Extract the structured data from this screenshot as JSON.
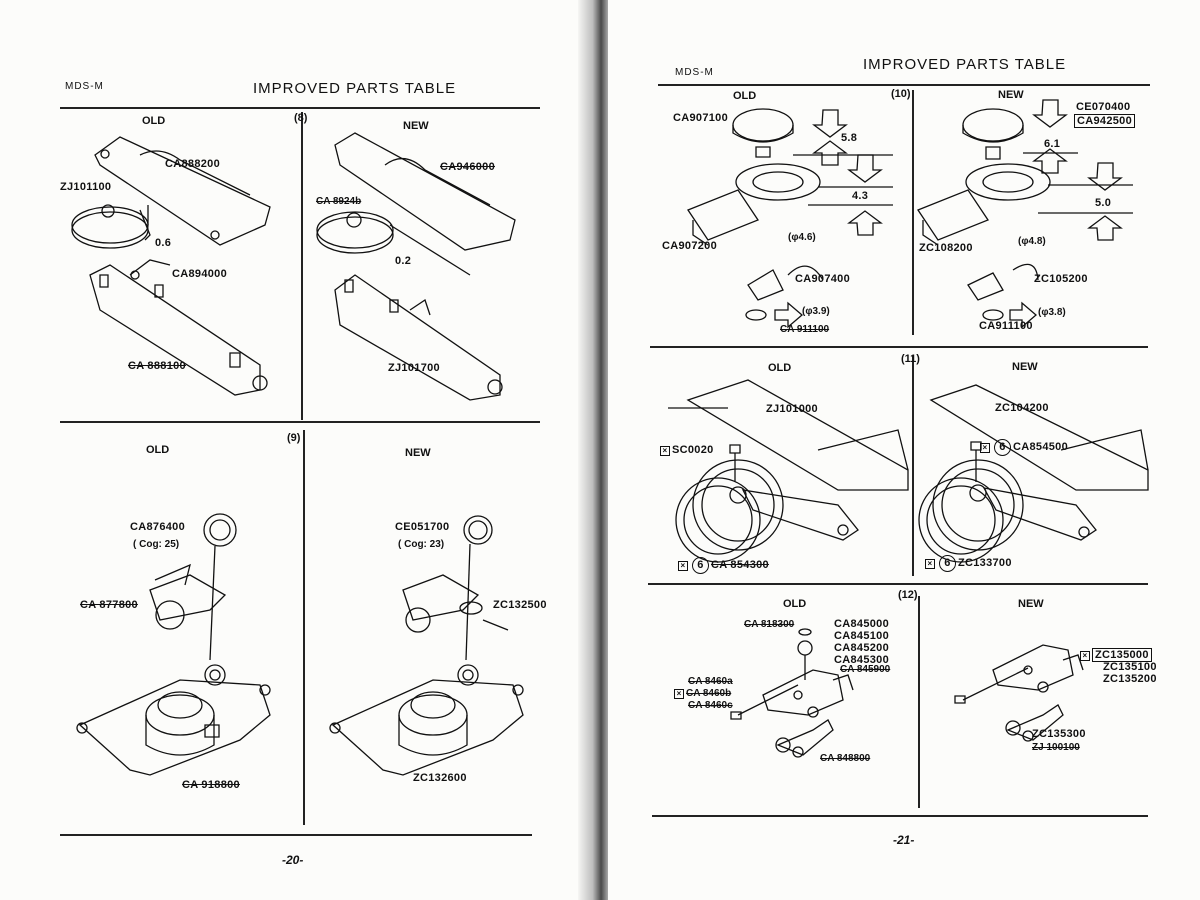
{
  "left_page": {
    "running_head": "MDS-M",
    "title": "IMPROVED PARTS TABLE",
    "page_number": "-20-",
    "sec8": {
      "number": "(8)",
      "old": "OLD",
      "new": "NEW",
      "old_parts": [
        "CA888200",
        "ZJ101100",
        "0.6",
        "CA894000",
        "CA 888100"
      ],
      "new_parts": [
        "CA946000",
        "CA 8924b",
        "0.2",
        "ZJ101700"
      ]
    },
    "sec9": {
      "number": "(9)",
      "old": "OLD",
      "new": "NEW",
      "old_parts": [
        "CA876400",
        "( Cog: 25)",
        "CA 877800",
        "CA 918800"
      ],
      "new_parts": [
        "CE051700",
        "( Cog: 23)",
        "ZC132500",
        "ZC132600"
      ]
    }
  },
  "right_page": {
    "running_head": "MDS-M",
    "title": "IMPROVED PARTS TABLE",
    "page_number": "-21-",
    "sec10": {
      "number": "(10)",
      "old": "OLD",
      "new": "NEW",
      "old_parts": [
        "CA907100",
        "5.8",
        "4.3",
        "CA907200",
        "(φ4.6)",
        "CA907400",
        "(φ3.9)",
        "CA 911100"
      ],
      "new_parts": [
        "CE070400",
        "CA942500",
        "6.1",
        "5.0",
        "ZC108200",
        "(φ4.8)",
        "ZC105200",
        "(φ3.8)",
        "CA911100"
      ]
    },
    "sec11": {
      "number": "(11)",
      "old": "OLD",
      "new": "NEW",
      "old_parts": [
        "ZJ101000",
        "SC0020",
        "6",
        "CA 854300"
      ],
      "new_parts": [
        "ZC104200",
        "6",
        "CA854500",
        "6",
        "ZC133700"
      ]
    },
    "sec12": {
      "number": "(12)",
      "old": "OLD",
      "new": "NEW",
      "old_parts": [
        "CA 818300",
        "CA845000",
        "CA845100",
        "CA845200",
        "CA845300",
        "CA 845900",
        "CA 8460a",
        "CA 8460b",
        "CA 8460c",
        "CA 848800"
      ],
      "new_parts": [
        "ZC135000",
        "ZC135100",
        "ZC135200",
        "ZC135300",
        "ZJ 100100"
      ]
    }
  }
}
